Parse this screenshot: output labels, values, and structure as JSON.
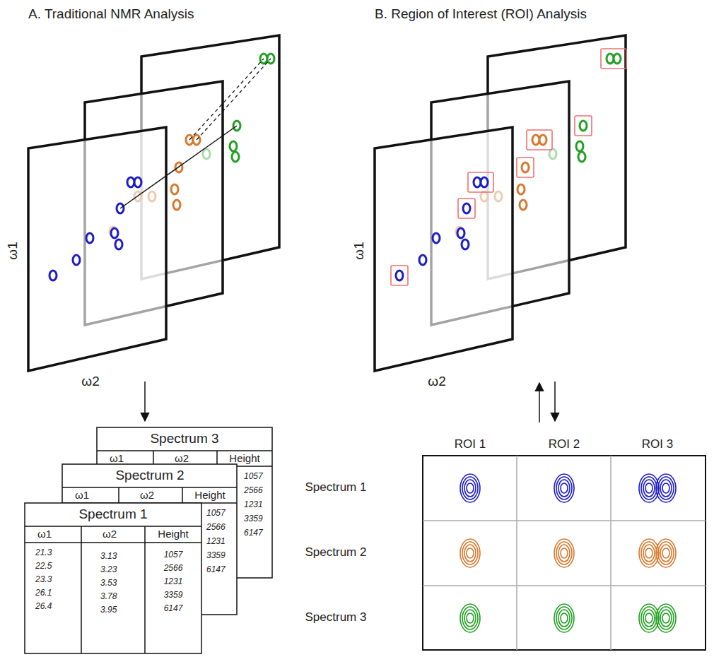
{
  "diagram": {
    "labels": [
      "A. Traditional NMR Analysis",
      "B. Region of Interest (ROI) Analysis",
      "ω1",
      "ω2",
      "ω1",
      "ω2",
      "Spectrum 3",
      "ω1",
      "ω2",
      "Height",
      "1057",
      "2566",
      "1231",
      "3359",
      "6147",
      "Spectrum 2",
      "ω1",
      "ω2",
      "Height",
      "1057",
      "2566",
      "1231",
      "3359",
      "6147",
      "Spectrum 1",
      "ω1",
      "ω2",
      "Height",
      "21.3",
      "22.5",
      "23.3",
      "26.1",
      "26.4",
      "3.13",
      "3.23",
      "3.53",
      "3.78",
      "3.95",
      "1057",
      "2566",
      "1231",
      "3359",
      "6147",
      "ROI 1",
      "ROI 2",
      "ROI 3",
      "Spectrum 1",
      "Spectrum 2",
      "Spectrum 3"
    ]
  }
}
